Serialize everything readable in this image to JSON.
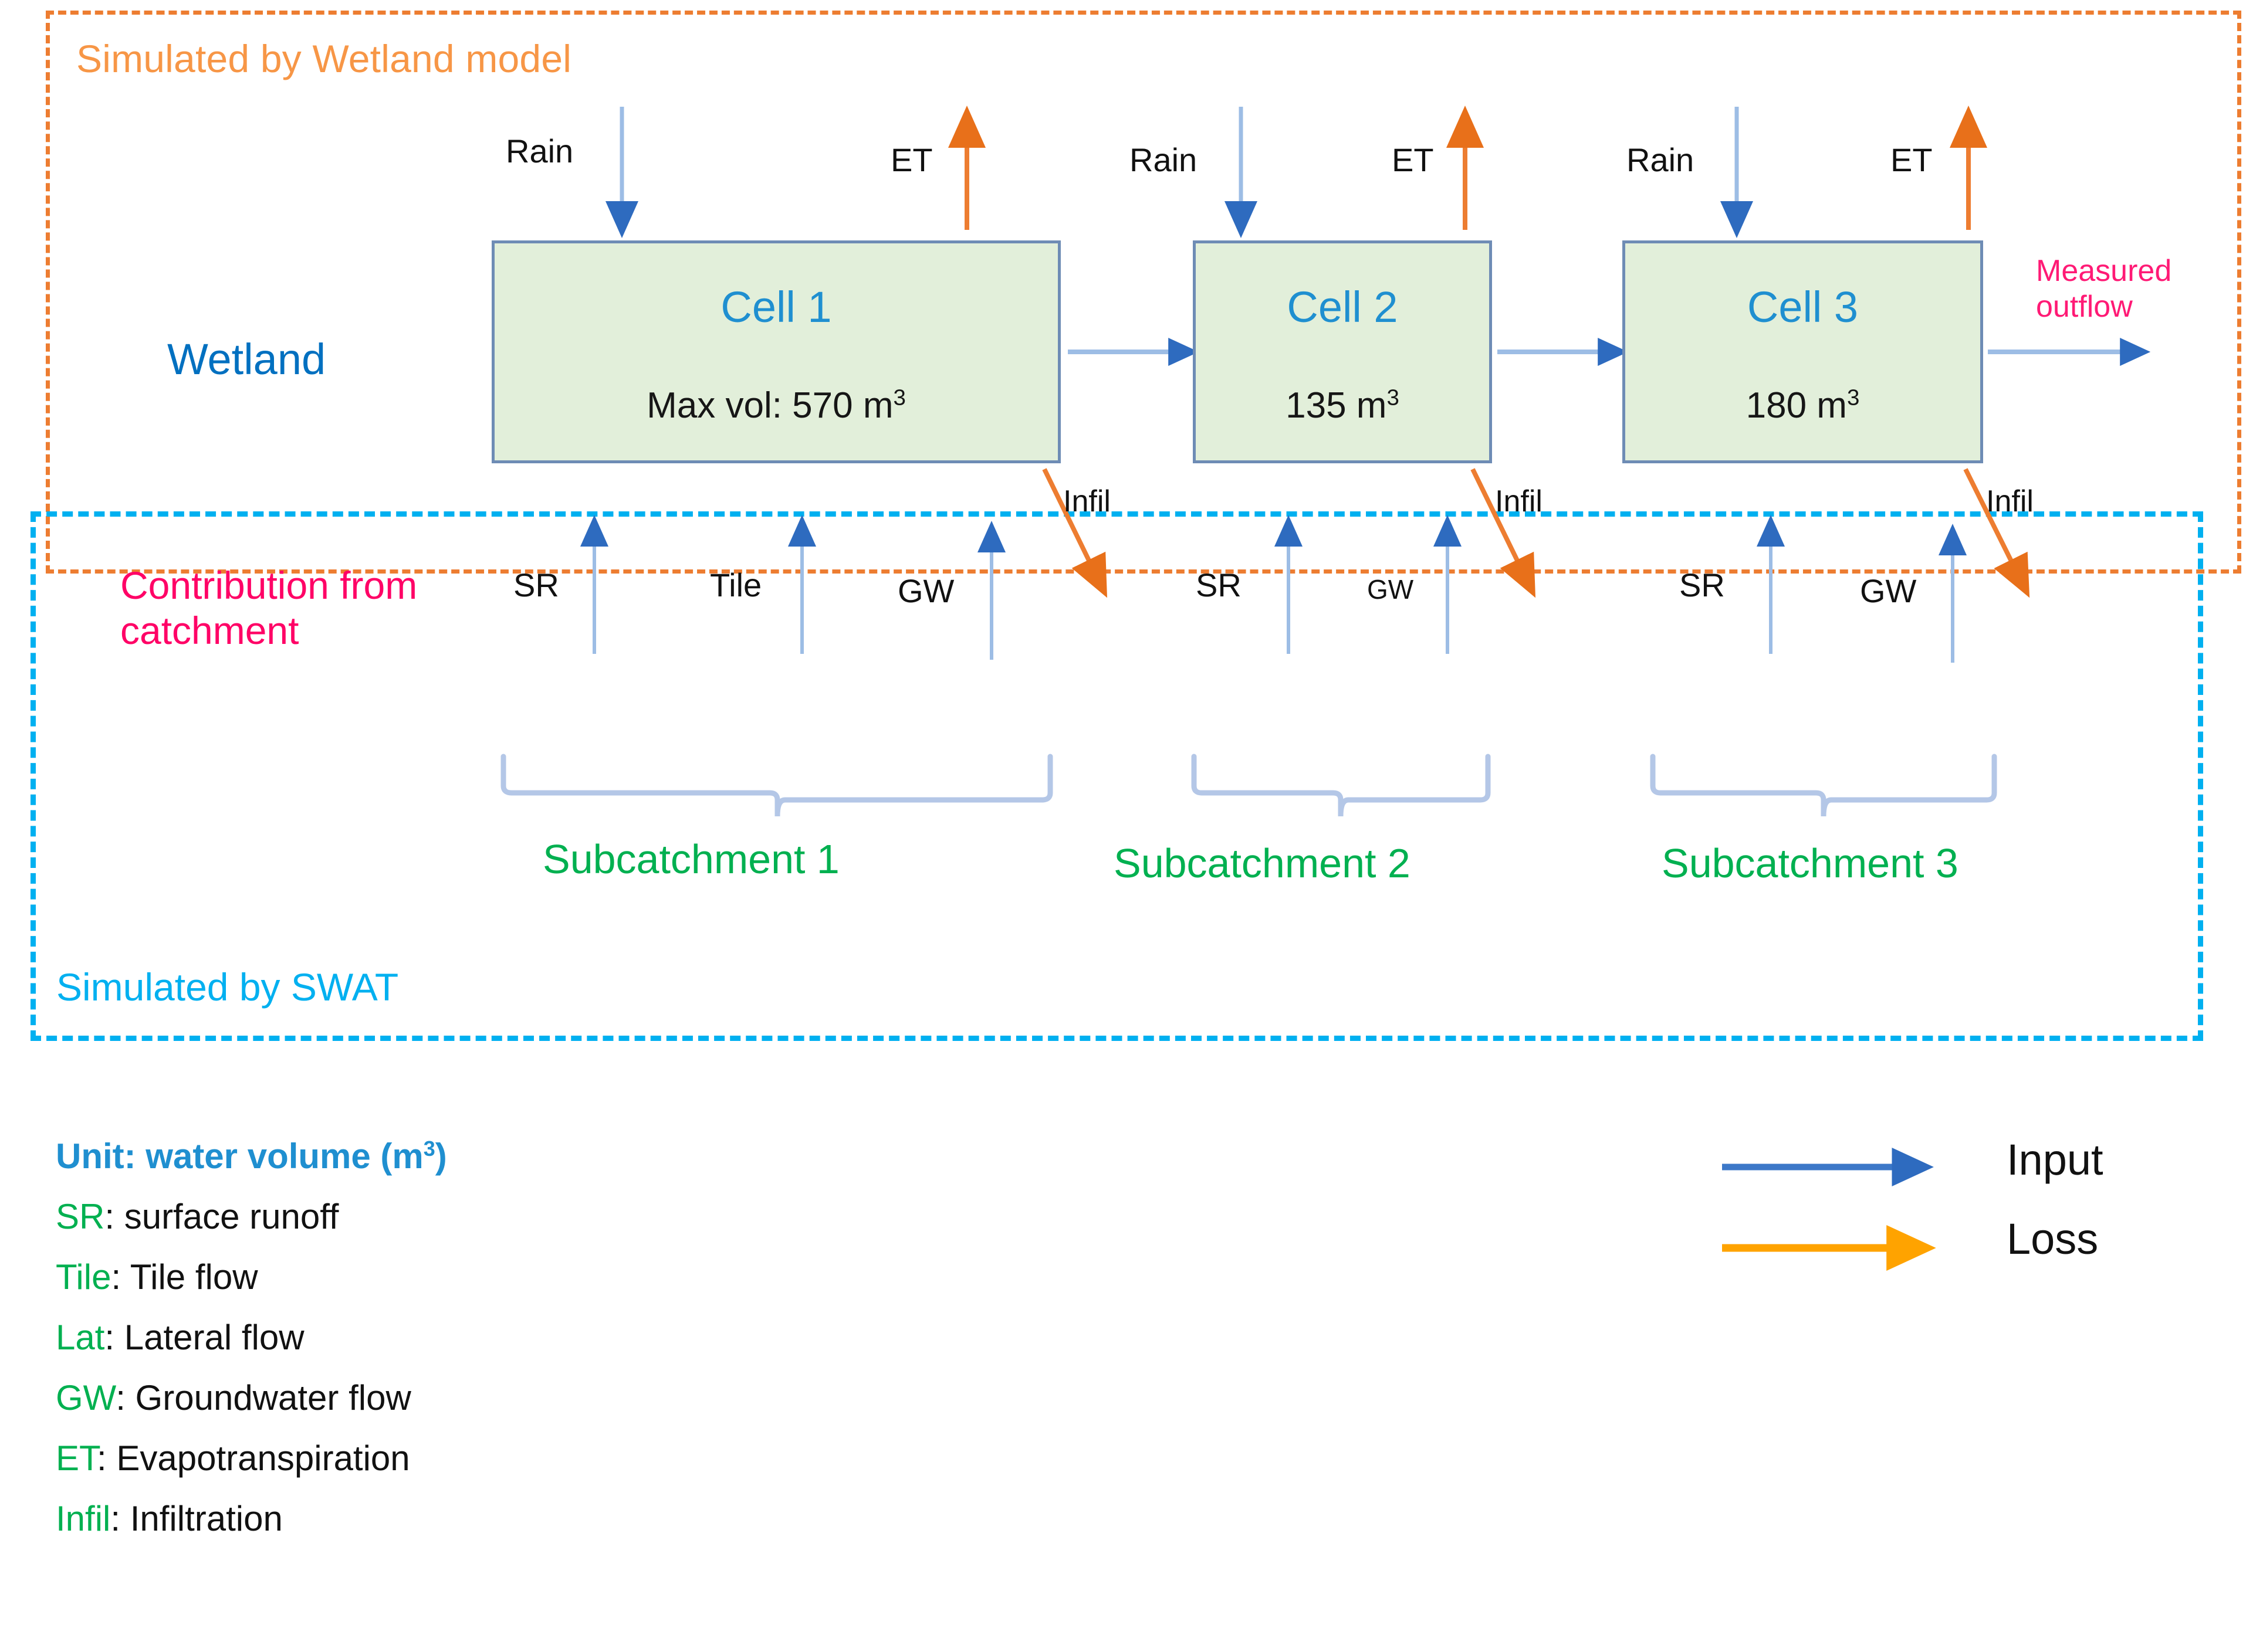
{
  "regions": {
    "wetland_model": {
      "title": "Simulated by Wetland model",
      "color": "#F79646"
    },
    "swat": {
      "title": "Simulated by SWAT",
      "color": "#00B0F0"
    }
  },
  "side_labels": {
    "wetland": "Wetland",
    "contribution": "Contribution from catchment"
  },
  "cells": [
    {
      "name": "Cell 1",
      "volume_label": "Max vol: 570 m",
      "volume_exp": "3"
    },
    {
      "name": "Cell 2",
      "volume_label": "135 m",
      "volume_exp": "3"
    },
    {
      "name": "Cell 3",
      "volume_label": "180 m",
      "volume_exp": "3"
    }
  ],
  "fluxes": {
    "rain": "Rain",
    "et": "ET",
    "infil": "Infil",
    "sr": "SR",
    "tile": "Tile",
    "gw": "GW"
  },
  "outflow": {
    "line1": "Measured",
    "line2": "outflow"
  },
  "subcatchments": [
    {
      "label": "Subcatchment 1"
    },
    {
      "label": "Subcatchment 2"
    },
    {
      "label": "Subcatchment 3"
    }
  ],
  "legend": {
    "items": [
      {
        "key": "Unit",
        "key_color": "blue",
        "text": ": water volume (m",
        "sup": "3",
        "tail": ")"
      },
      {
        "key": "SR",
        "key_color": "green",
        "text": ": surface runoff",
        "sup": "",
        "tail": ""
      },
      {
        "key": "Tile",
        "key_color": "green",
        "text": ": Tile flow",
        "sup": "",
        "tail": ""
      },
      {
        "key": "Lat",
        "key_color": "green",
        "text": ": Lateral flow",
        "sup": "",
        "tail": ""
      },
      {
        "key": "GW",
        "key_color": "green",
        "text": ": Groundwater flow",
        "sup": "",
        "tail": ""
      },
      {
        "key": "ET",
        "key_color": "green",
        "text": ": Evapotranspiration",
        "sup": "",
        "tail": ""
      },
      {
        "key": "Infil",
        "key_color": "green",
        "text": ": Infiltration",
        "sup": "",
        "tail": ""
      }
    ],
    "arrows": {
      "input": "Input",
      "loss": "Loss",
      "input_color": "#3C78C8",
      "loss_color": "#FFA300"
    }
  },
  "colors": {
    "cell_fill": "#E2EFDA",
    "cell_border": "#6E8CB5",
    "cell_title": "#1F8FD0",
    "input_arrow": "#4472C4",
    "loss_arrow": "#ED7D31",
    "subcatchment_text": "#00B050",
    "outflow_text": "#FF1A75",
    "contribution_text": "#FF0066",
    "wetland_text": "#0070C0"
  }
}
